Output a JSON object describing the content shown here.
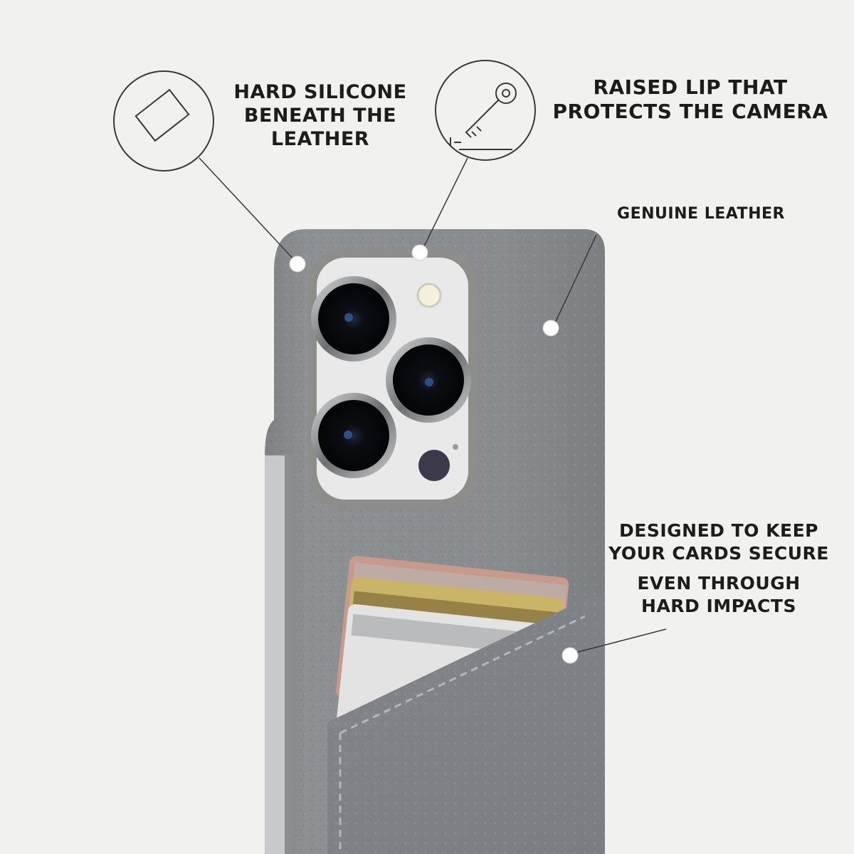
{
  "callouts": {
    "silicone": {
      "icon": "phone-outline-icon",
      "lines": [
        "HARD SILICONE",
        "BENEATH THE",
        "LEATHER"
      ]
    },
    "camera_lip": {
      "icon": "key-icon",
      "lines": [
        "RAISED LIP THAT",
        "PROTECTS THE CAMERA"
      ]
    },
    "leather": {
      "lines": [
        "GENUINE LEATHER"
      ]
    },
    "cards": {
      "lines": [
        "DESIGNED TO KEEP",
        "YOUR CARDS SECURE",
        "EVEN THROUGH",
        "HARD IMPACTS"
      ]
    }
  },
  "colors": {
    "background": "#f1f1f0",
    "leather": "#8a8d90",
    "camera_island": "#e9e9ea",
    "text": "#1c1c1c"
  }
}
